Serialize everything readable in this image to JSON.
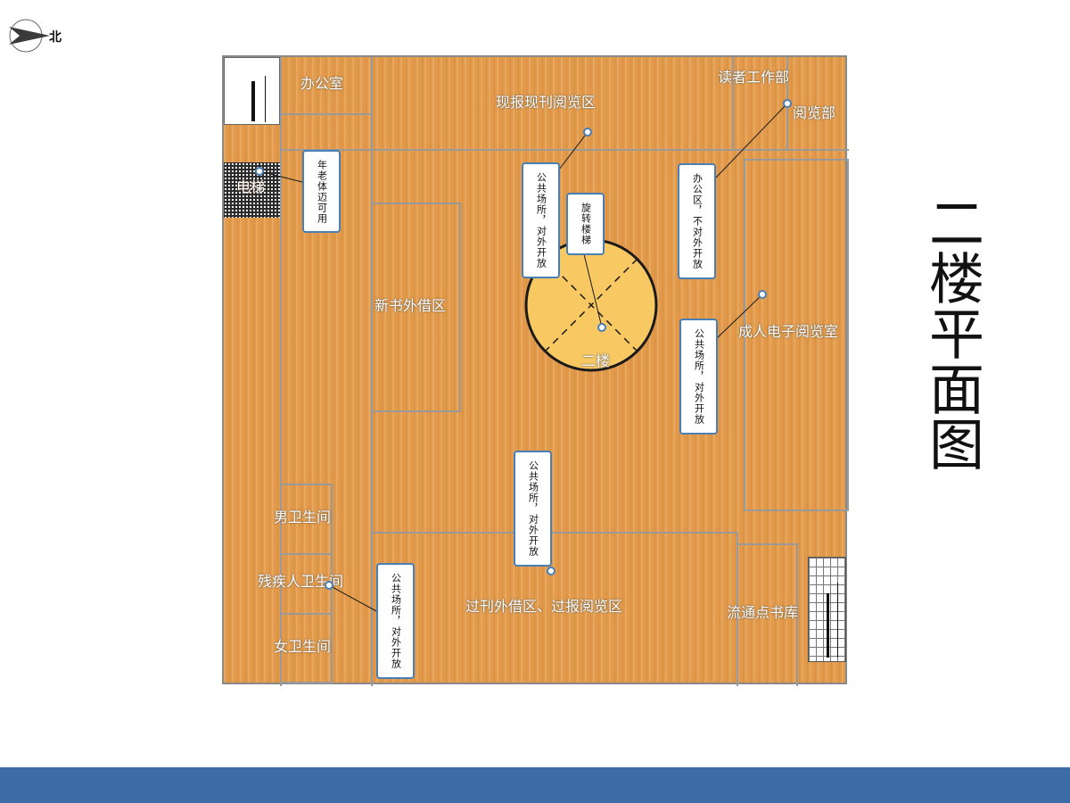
{
  "compass": {
    "label": "北",
    "icon": "compass-arrow-icon"
  },
  "title": "二楼平面图",
  "rooms": {
    "office": "办公室",
    "current_periodicals": "现报现刊阅览区",
    "reader_service": "读者工作部",
    "reading_dept": "阅览部",
    "elevator": "电梯",
    "new_books": "新书外借区",
    "spiral_floor": "二楼",
    "adult_e_reading": "成人电子阅览室",
    "mens_restroom": "男卫生间",
    "accessible_restroom": "残疾人卫生间",
    "womens_restroom": "女卫生间",
    "past_periodicals": "过刊外借区、过报阅览区",
    "circulation_stack": "流通点书库"
  },
  "callouts": {
    "elderly": "年老体迈可用",
    "public_top": "公共场所，对外开放",
    "spiral_stair": "旋转楼梯",
    "office_area": "办公区，不对外开放",
    "public_right": "公共场所，对外开放",
    "public_center": "公共场所，对外开放",
    "public_bottom": "公共场所，对外开放"
  },
  "colors": {
    "floor": "#e29a4a",
    "wall": "#9a9a9a",
    "spiral_fill": "#f8c862",
    "callout_border": "#4a7fb5",
    "footer": "#3d6ca7"
  }
}
